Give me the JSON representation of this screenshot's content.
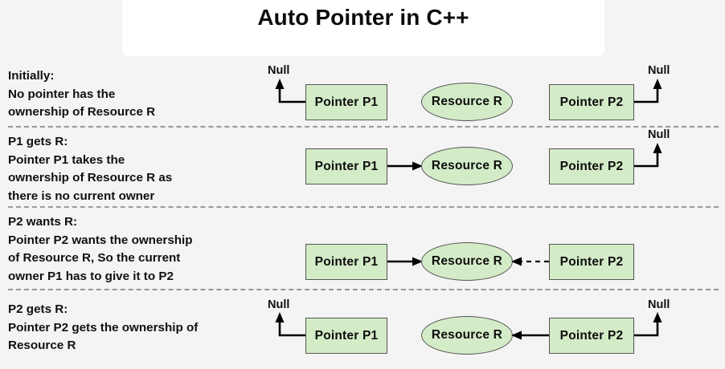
{
  "title": "Auto Pointer in C++",
  "labels": {
    "pointer_p1": "Pointer P1",
    "pointer_p2": "Pointer P2",
    "resource_r": "Resource R",
    "null": "Null"
  },
  "colors": {
    "background": "#f4f4f4",
    "title_card": "#ffffff",
    "node_fill": "#d4ebc7",
    "node_stroke": "#555555",
    "divider": "#9a9a9a",
    "text": "#101010",
    "arrow": "#000000"
  },
  "steps": [
    {
      "id": "initially",
      "heading": "Initially:",
      "lines": [
        "No pointer has the",
        "ownership of Resource R"
      ],
      "p1_null": true,
      "p2_null": true,
      "arrow": "none",
      "arrow_style": "none",
      "arrow_direction": "none"
    },
    {
      "id": "p1-gets-r",
      "heading": "P1 gets R:",
      "lines": [
        "Pointer P1 takes the",
        "ownership of Resource R as",
        "there is no current owner"
      ],
      "p1_null": false,
      "p2_null": true,
      "arrow": "p1-to-r",
      "arrow_style": "solid",
      "arrow_direction": "right"
    },
    {
      "id": "p2-wants-r",
      "heading": "P2 wants R:",
      "lines": [
        "Pointer P2 wants the ownership",
        "of Resource R, So the current",
        "owner P1 has to give it to P2"
      ],
      "p1_null": false,
      "p2_null": false,
      "arrow": "p1-to-r-and-p2-dashed-to-r",
      "arrow_style": "solid+dashed",
      "arrow_direction": "both-inward"
    },
    {
      "id": "p2-gets-r",
      "heading": "P2 gets R:",
      "lines": [
        "Pointer P2 gets the ownership of",
        "Resource R"
      ],
      "p1_null": true,
      "p2_null": false,
      "arrow": "p2-to-r",
      "arrow_style": "solid",
      "arrow_direction": "left"
    }
  ]
}
